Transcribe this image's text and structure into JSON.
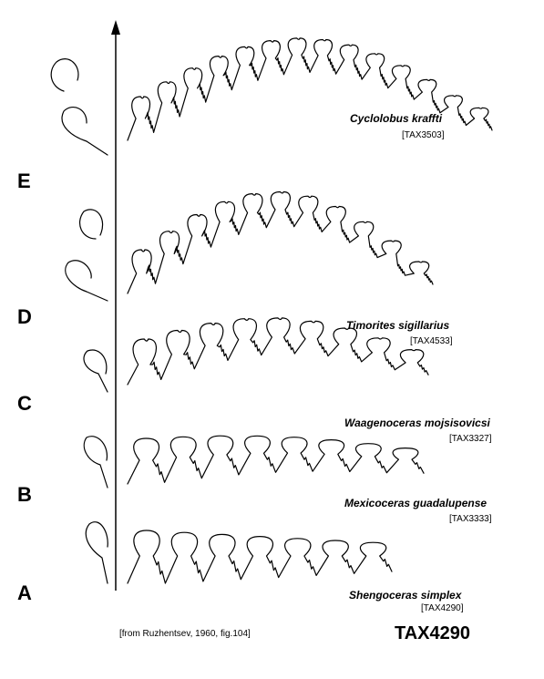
{
  "figure": {
    "rows": [
      {
        "letter": "A",
        "species": "Shengoceras simplex",
        "tax": "[TAX4290]"
      },
      {
        "letter": "B",
        "species": "Mexicoceras guadalupense",
        "tax": "[TAX3333]"
      },
      {
        "letter": "C",
        "species": "Waagenoceras mojsisovicsi",
        "tax": "[TAX3327]"
      },
      {
        "letter": "D",
        "species": "Timorites sigillarius",
        "tax": "[TAX4533]"
      },
      {
        "letter": "E",
        "species": "Cyclolobus kraffti",
        "tax": "[TAX3503]"
      }
    ],
    "credit": "[from Ruzhentsev, 1960, fig.104]",
    "id_label": "TAX4290",
    "colors": {
      "ink": "#000000",
      "background": "#ffffff"
    }
  }
}
